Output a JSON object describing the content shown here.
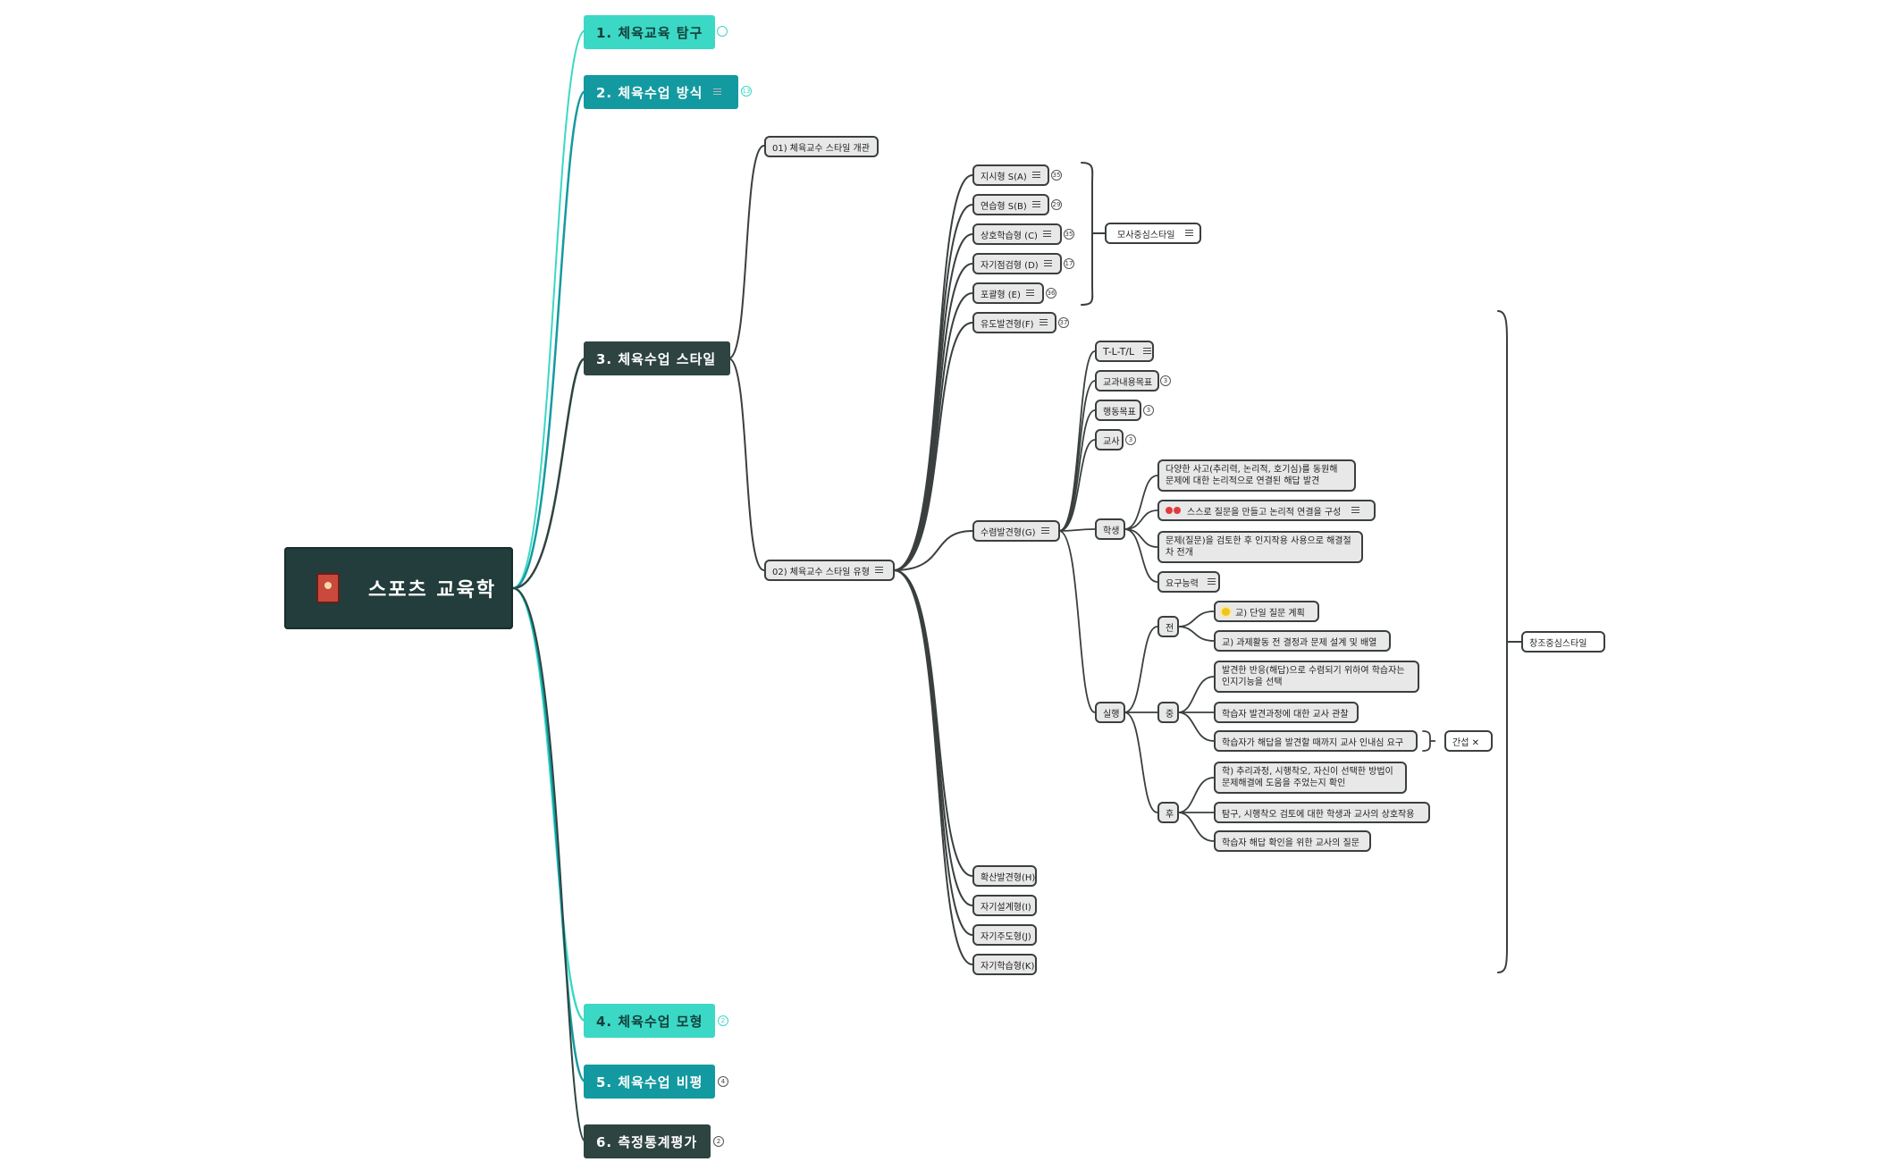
{
  "root": {
    "label": "스포츠 교육학",
    "icon": "notebook-icon"
  },
  "main_topics": [
    {
      "label": "1. 체육교육 탐구",
      "count": ""
    },
    {
      "label": "2. 체육수업 방식",
      "count": "13"
    },
    {
      "label": "3. 체육수업 스타일",
      "count": ""
    },
    {
      "label": "4. 체육수업 모형",
      "count": "2"
    },
    {
      "label": "5. 체육수업 비평",
      "count": "4"
    },
    {
      "label": "6. 측정통계평가",
      "count": "2"
    }
  ],
  "style_branch": {
    "overview": "01) 체육교수 스타일 개관",
    "types": "02) 체육교수 스타일 유형"
  },
  "styles_top": [
    {
      "label": "지시형 S(A)",
      "count": "35"
    },
    {
      "label": "연습형 S(B)",
      "count": "29"
    },
    {
      "label": "상호학습형 (C)",
      "count": "35"
    },
    {
      "label": "자기점검형 (D)",
      "count": "17"
    },
    {
      "label": "포괄형 (E)",
      "count": "36"
    },
    {
      "label": "유도발견형(F)",
      "count": "37"
    }
  ],
  "replication_label": "모사중심스타일",
  "convergent": {
    "label": "수렴발견형(G)",
    "children": [
      {
        "label": "T-L-T/L",
        "count": ""
      },
      {
        "label": "교과내용목표",
        "count": "3"
      },
      {
        "label": "행동목표",
        "count": "3"
      },
      {
        "label": "교사",
        "count": "3"
      }
    ],
    "learner": {
      "label": "학생",
      "items": [
        "다양한 사고(추리력, 논리적, 호기심)를 동원해 문제에 대한 논리적으로 연결된 해답 발견",
        "스스로 질문을 만들고 논리적 연결을 구성",
        "문제(질문)을 검토한 후 인지작용 사용으로 해결절차 전개",
        "요구능력"
      ]
    },
    "practice": {
      "label": "실행",
      "before": {
        "label": "전",
        "items": [
          "교) 단일 질문 계획",
          "교) 과제활동 전 결정과 문제 설계 및 배열"
        ]
      },
      "during": {
        "label": "중",
        "items": [
          "발견한 반응(해답)으로 수렴되기 위하여 학습자는 인지기능을 선택",
          "학습자 발견과정에 대한 교사 관찰",
          "학습자가 해답을 발견할 때까지 교사 인내심 요구"
        ]
      },
      "after": {
        "label": "후",
        "items": [
          "학) 추리과정, 시행착오, 자신이 선택한 방법이 문제해결에 도움을 주었는지 확인",
          "탐구, 시행착오 검토에 대한 학생과 교사의 상호작용",
          "학습자 해답 확인을 위한 교사의 질문"
        ]
      }
    },
    "interference": "간섭 ✕"
  },
  "styles_bottom": [
    "확산발견형(H)",
    "자기설계형(I)",
    "자기주도형(J)",
    "자기학습형(K)"
  ],
  "creative_label": "창조중심스타일"
}
